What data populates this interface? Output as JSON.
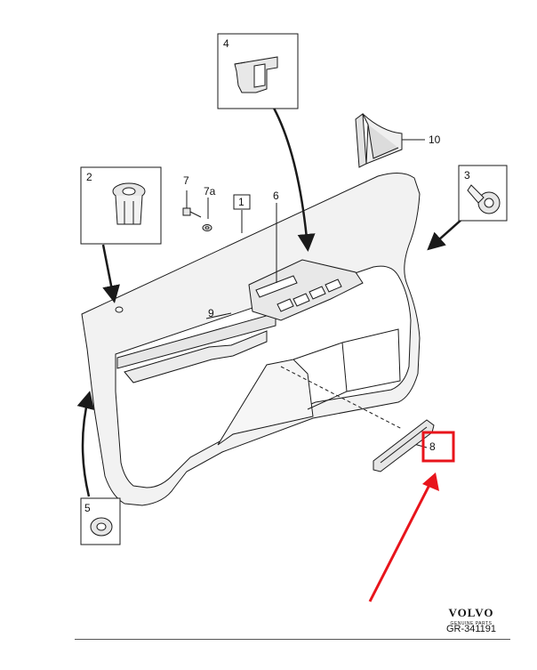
{
  "callouts": {
    "c1": "1",
    "c2": "2",
    "c3": "3",
    "c4": "4",
    "c5": "5",
    "c6": "6",
    "c7": "7",
    "c7a": "7a",
    "c8": "8",
    "c9": "9",
    "c10": "10"
  },
  "branding": {
    "logo_text": "VOLVO",
    "logo_subtext": "GENUINE PARTS",
    "ref_number": "GR-341191"
  },
  "highlight": {
    "color": "#e8141b",
    "target": "8"
  },
  "colors": {
    "line": "#1a1a1a",
    "panel_fill": "#f2f2f2",
    "panel_shade": "#d9d9d9"
  }
}
